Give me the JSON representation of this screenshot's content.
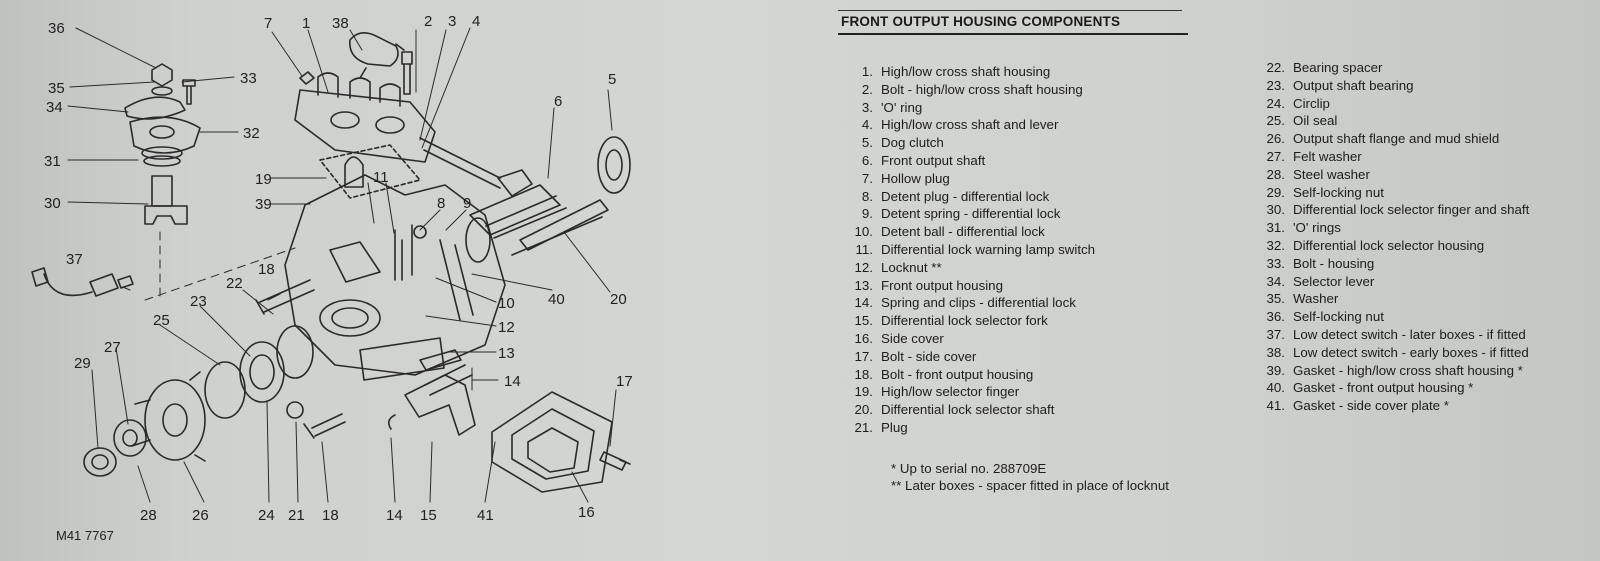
{
  "diagram": {
    "figure_ref": "M41 7767",
    "callouts": [
      "36",
      "7",
      "1",
      "38",
      "2",
      "3",
      "4",
      "35",
      "33",
      "5",
      "34",
      "6",
      "32",
      "31",
      "19",
      "11",
      "30",
      "39",
      "8",
      "9",
      "37",
      "18",
      "22",
      "40",
      "20",
      "10",
      "25",
      "23",
      "12",
      "27",
      "29",
      "13",
      "14",
      "17",
      "28",
      "26",
      "24",
      "21",
      "18",
      "14",
      "15",
      "41",
      "16"
    ]
  },
  "legend": {
    "title": "FRONT OUTPUT HOUSING COMPONENTS",
    "left_items": [
      {
        "num": "1.",
        "text": "High/low cross shaft housing"
      },
      {
        "num": "2.",
        "text": "Bolt - high/low cross shaft housing"
      },
      {
        "num": "3.",
        "text": "'O' ring"
      },
      {
        "num": "4.",
        "text": "High/low cross shaft and lever"
      },
      {
        "num": "5.",
        "text": "Dog clutch"
      },
      {
        "num": "6.",
        "text": "Front output shaft"
      },
      {
        "num": "7.",
        "text": "Hollow plug"
      },
      {
        "num": "8.",
        "text": "Detent plug - differential lock"
      },
      {
        "num": "9.",
        "text": "Detent spring - differential lock"
      },
      {
        "num": "10.",
        "text": "Detent ball - differential lock"
      },
      {
        "num": "11.",
        "text": "Differential lock warning lamp switch"
      },
      {
        "num": "12.",
        "text": "Locknut **"
      },
      {
        "num": "13.",
        "text": "Front output housing"
      },
      {
        "num": "14.",
        "text": "Spring and clips - differential lock"
      },
      {
        "num": "15.",
        "text": "Differential lock selector fork"
      },
      {
        "num": "16.",
        "text": "Side cover"
      },
      {
        "num": "17.",
        "text": "Bolt - side cover"
      },
      {
        "num": "18.",
        "text": "Bolt - front output housing"
      },
      {
        "num": "19.",
        "text": "High/low selector finger"
      },
      {
        "num": "20.",
        "text": "Differential lock selector shaft"
      },
      {
        "num": "21.",
        "text": "Plug"
      }
    ],
    "right_items": [
      {
        "num": "22.",
        "text": "Bearing spacer"
      },
      {
        "num": "23.",
        "text": "Output shaft bearing"
      },
      {
        "num": "24.",
        "text": "Circlip"
      },
      {
        "num": "25.",
        "text": "Oil seal"
      },
      {
        "num": "26.",
        "text": "Output shaft flange and mud shield"
      },
      {
        "num": "27.",
        "text": "Felt washer"
      },
      {
        "num": "28.",
        "text": "Steel washer"
      },
      {
        "num": "29.",
        "text": "Self-locking nut"
      },
      {
        "num": "30.",
        "text": "Differential lock selector finger and shaft"
      },
      {
        "num": "31.",
        "text": "'O' rings"
      },
      {
        "num": "32.",
        "text": "Differential lock selector housing"
      },
      {
        "num": "33.",
        "text": "Bolt - housing"
      },
      {
        "num": "34.",
        "text": "Selector lever"
      },
      {
        "num": "35.",
        "text": "Washer"
      },
      {
        "num": "36.",
        "text": "Self-locking nut"
      },
      {
        "num": "37.",
        "text": "Low detect switch - later boxes - if fitted"
      },
      {
        "num": "38.",
        "text": "Low detect switch - early boxes - if fitted"
      },
      {
        "num": "39.",
        "text": "Gasket - high/low cross shaft housing *"
      },
      {
        "num": "40.",
        "text": "Gasket - front output housing *"
      },
      {
        "num": "41.",
        "text": "Gasket - side cover plate *"
      }
    ],
    "footnotes": [
      "* Up to serial no. 288709E",
      "** Later boxes - spacer fitted in place of locknut"
    ]
  }
}
